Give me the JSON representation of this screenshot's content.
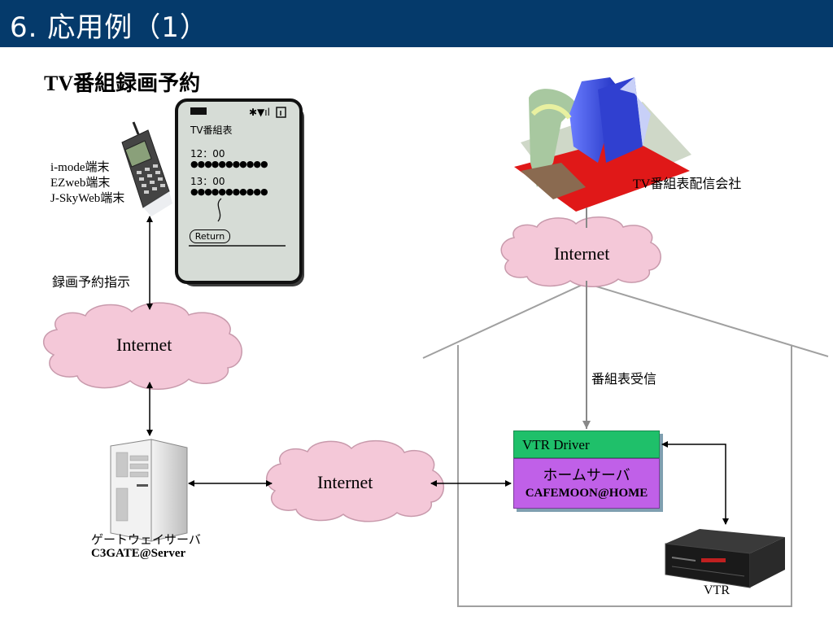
{
  "header": {
    "title": "6. 応用例（1）"
  },
  "subtitle": "TV番組録画予約",
  "phone_screen": {
    "title": "TV番組表",
    "time1": "12：00",
    "dots1": "●●●●●●●●●●●",
    "time2": "13：00",
    "dots2": "●●●●●●●●●●●",
    "return_label": "Return"
  },
  "terminal_labels": [
    "i-mode端末",
    "EZweb端末",
    "J-SkyWeb端末"
  ],
  "instruction_label": "録画予約指示",
  "clouds": {
    "left": "Internet",
    "middle": "Internet",
    "top_right": "Internet"
  },
  "broadcaster_label": "TV番組表配信会社",
  "receive_label": "番組表受信",
  "gateway": {
    "name": "ゲートウェイサーバ",
    "id": "C3GATE@Server"
  },
  "home_server": {
    "driver": "VTR Driver",
    "name": "ホームサーバ",
    "id": "CAFEMOON@HOME"
  },
  "vtr_label": "VTR",
  "colors": {
    "header_bg": "#053a6b",
    "cloud_fill": "#f4c8d8",
    "cloud_stroke": "#c89aac",
    "driver_green": "#1fc06a",
    "home_purple": "#c060e8",
    "house_outline": "#a0a0a0"
  }
}
